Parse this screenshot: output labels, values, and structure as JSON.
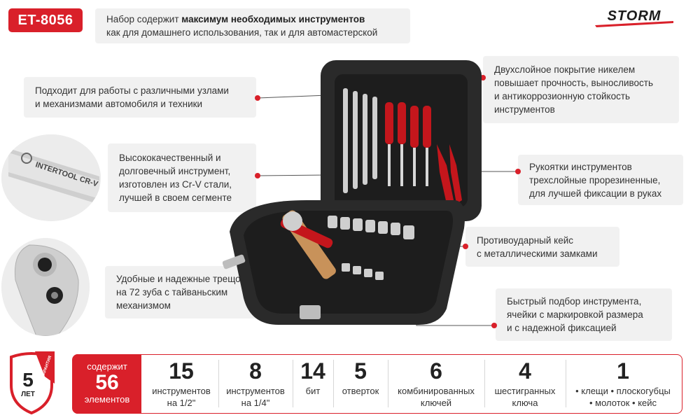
{
  "model": "ET-8056",
  "brand": "STORM",
  "colors": {
    "accent": "#d9202a",
    "panel": "#f1f1f1",
    "case": "#2a2a2a"
  },
  "top_callout": {
    "pre": "Набор содержит ",
    "bold": "максимум необходимых инструментов",
    "line2": "как для домашнего использования, так и для автомастерской"
  },
  "callouts": {
    "car_nodes": [
      "Подходит для работы с различными узлами",
      "и механизмами автомобиля и техники"
    ],
    "crv": [
      "Высококачественный и",
      "долговечный инструмент,",
      "изготовлен из Cr-V стали,",
      "лучшей в своем сегменте"
    ],
    "ratchet": [
      "Удобные и надежные трещотки",
      "на 72 зуба с тайваньским",
      "механизмом"
    ],
    "nickel": [
      "Двухслойное покрытие никелем",
      "повышает прочность, выносливость",
      "и антикоррозионную стойкость",
      "инструментов"
    ],
    "handles": [
      "Рукоятки инструментов",
      "трехслойные прорезиненные,",
      "для лучшей фиксации в руках"
    ],
    "case": [
      "Противоударный кейс",
      "с металлическими замками"
    ],
    "cells": [
      "Быстрый подбор инструмента,",
      "ячейки с маркировкой размера",
      "и с надежной фиксацией"
    ]
  },
  "detail_labels": {
    "intertool_crv": "INTERTOOL CR-V"
  },
  "warranty": {
    "years": "5",
    "unit": "ЛЕТ",
    "ribbon": "ГАРАНТИЯ"
  },
  "stats": {
    "main": {
      "label_top": "содержит",
      "value": "56",
      "label_bottom": "элементов"
    },
    "items": [
      {
        "value": "15",
        "text": [
          "инструментов",
          "на 1/2\""
        ]
      },
      {
        "value": "8",
        "text": [
          "инструментов",
          "на 1/4\""
        ]
      },
      {
        "value": "14",
        "text": [
          "бит",
          ""
        ]
      },
      {
        "value": "5",
        "text": [
          "отверток",
          ""
        ]
      },
      {
        "value": "6",
        "text": [
          "комбинированных",
          "ключей"
        ]
      },
      {
        "value": "4",
        "text": [
          "шестигранных",
          "ключа"
        ]
      },
      {
        "value": "1",
        "text": [
          "• клещи • плоскогубцы",
          "• молоток • кейс"
        ]
      }
    ]
  }
}
